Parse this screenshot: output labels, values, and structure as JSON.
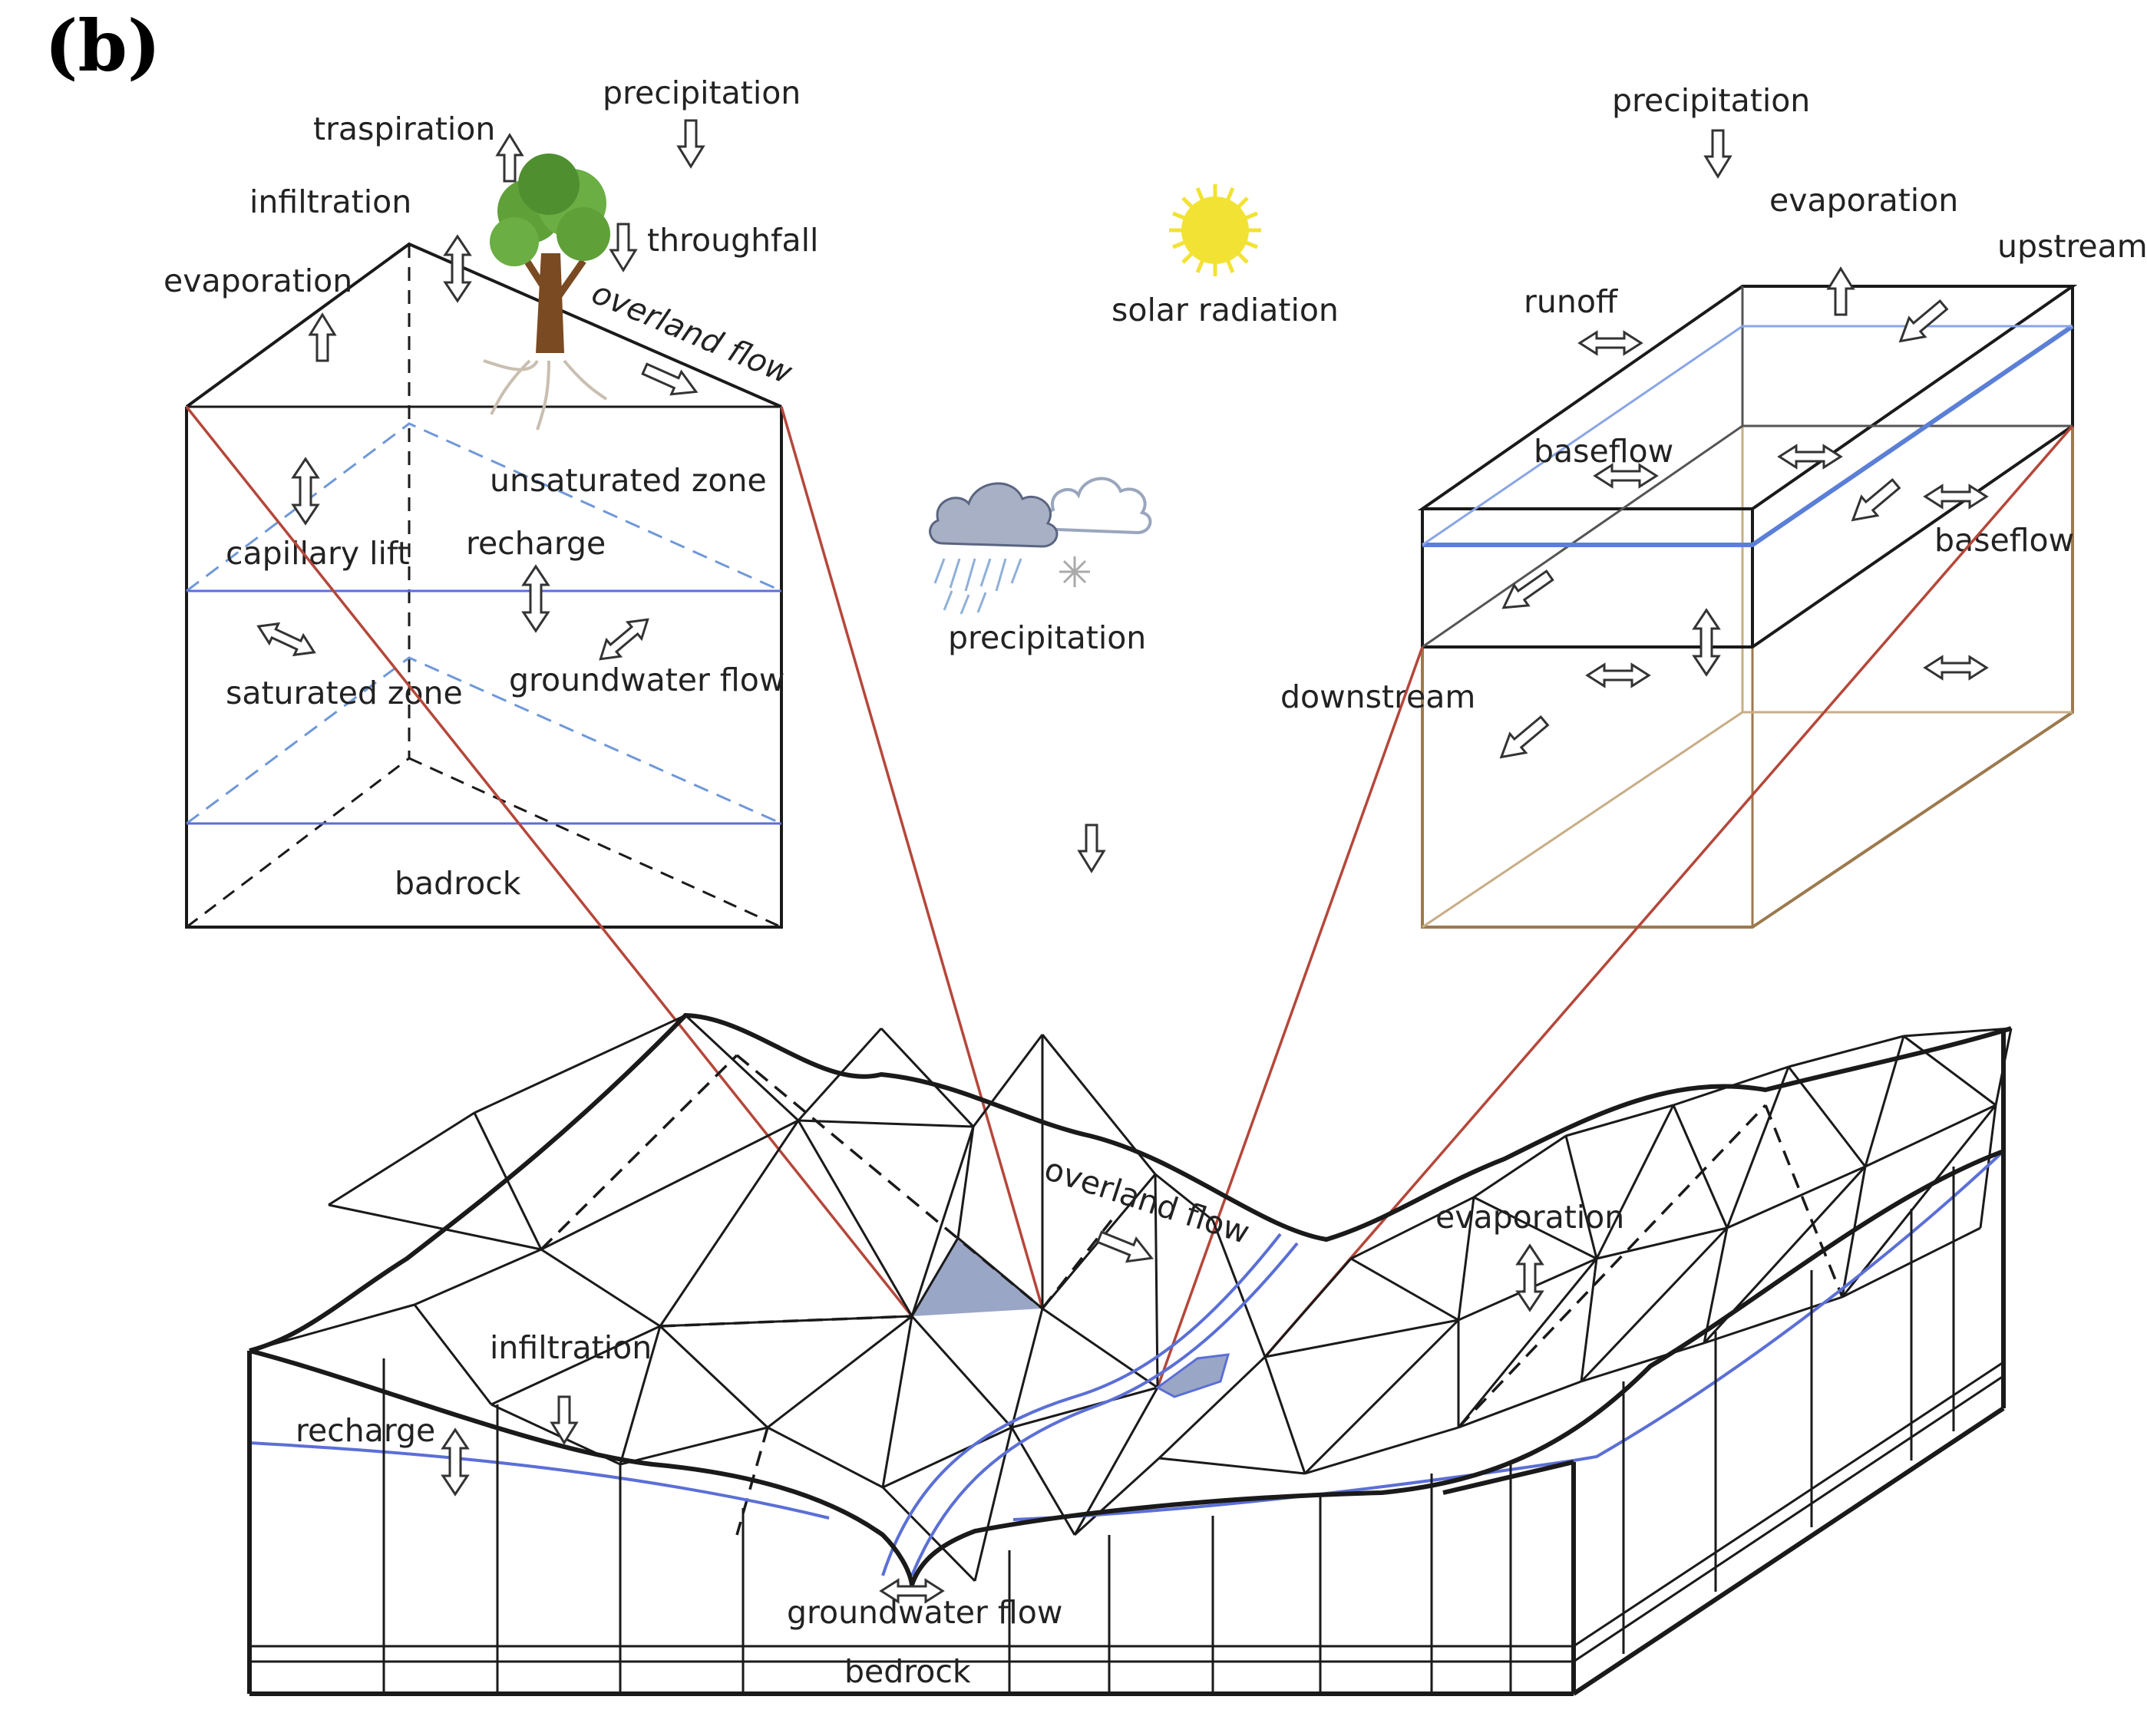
{
  "panel_label": "(b)",
  "colors": {
    "outline": "#1a1a1a",
    "water_table": "#5b6fd6",
    "water_table_dashed": "#6f98d8",
    "connector": "#b5473a",
    "soil_box": "#9c7a4e",
    "triangle_fill": "#9aa6c6",
    "sun": "#f2e234",
    "tree_canopy": "#5fa039",
    "tree_trunk": "#7a4a22",
    "cloud": "#9aa6bd"
  },
  "left_block": {
    "labels": {
      "precipitation": "precipitation",
      "traspiration": "traspiration",
      "infiltration": "infiltration",
      "throughfall": "throughfall",
      "evaporation": "evaporation",
      "overland_flow": "overland flow",
      "unsaturated_zone": "unsaturated zone",
      "capillary_lift": "capillary lift",
      "recharge": "recharge",
      "saturated_zone": "saturated zone",
      "groundwater_flow": "groundwater flow",
      "bedrock": "badrock"
    }
  },
  "middle": {
    "solar_radiation": "solar radiation",
    "precipitation": "precipitation"
  },
  "right_block": {
    "labels": {
      "precipitation": "precipitation",
      "evaporation": "evaporation",
      "upstream": "upstream",
      "runoff": "runoff",
      "baseflow_top": "baseflow",
      "baseflow_right": "baseflow",
      "downstream": "downstream"
    }
  },
  "terrain": {
    "labels": {
      "overland_flow": "overland flow",
      "evaporation": "evaporation",
      "infiltration": "infiltration",
      "recharge": "recharge",
      "groundwater_flow": "groundwater flow",
      "bedrock": "bedrock"
    }
  }
}
